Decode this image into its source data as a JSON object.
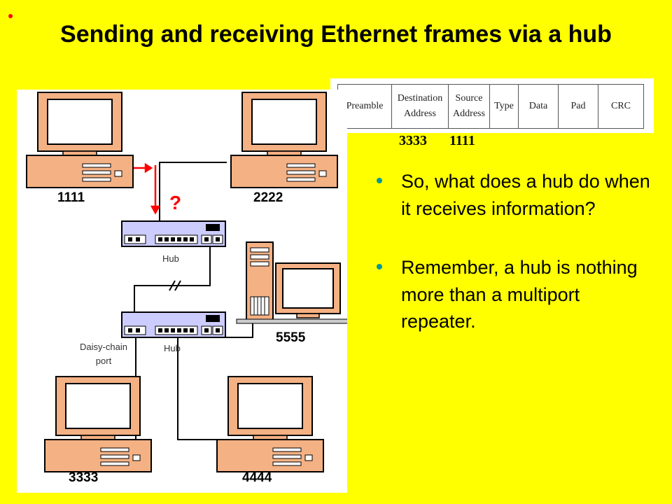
{
  "slide": {
    "title": "Sending and receiving Ethernet frames via a hub",
    "accent_red": "#ff0000",
    "bullet_color": "#009999",
    "background": "#ffff00"
  },
  "frame": {
    "fields": [
      "Preamble",
      "Destination Address",
      "Source Address",
      "Type",
      "Data",
      "Pad",
      "CRC"
    ],
    "destination_value": "3333",
    "source_value": "1111"
  },
  "bullets": [
    "So, what does a hub do when it receives information?",
    "Remember, a hub is nothing more than a multiport repeater."
  ],
  "diagram": {
    "pc_labels": {
      "pc1": "1111",
      "pc2": "2222",
      "pc3": "3333",
      "pc4": "4444",
      "server": "5555"
    },
    "hub_label": "Hub",
    "daisy_chain_label": "Daisy-chain port",
    "question_mark": "?"
  }
}
